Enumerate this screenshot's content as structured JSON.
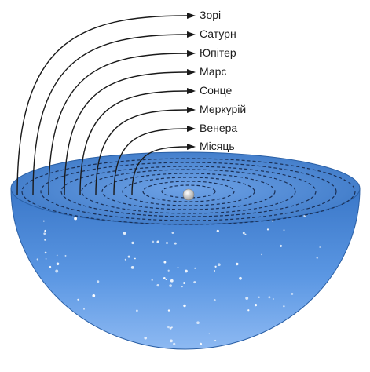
{
  "diagram": {
    "labels": [
      "Зорі",
      "Сатурн",
      "Юпітер",
      "Марс",
      "Сонце",
      "Меркурій",
      "Венера",
      "Місяць"
    ],
    "colors": {
      "hemisphere_top": "#3f7fd0",
      "hemisphere_bottom": "#7aaef0",
      "disk": "#5c92db",
      "orbit_line": "#1a1a1a",
      "stars": "#ffffff",
      "earth": "#d8d8d8"
    }
  }
}
